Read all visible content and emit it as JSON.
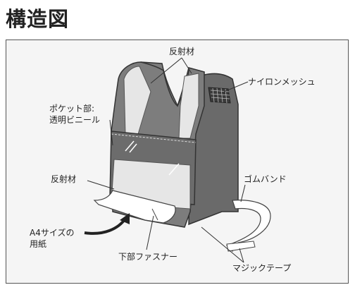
{
  "title": "構造図",
  "labels": {
    "reflective_top": "反射材",
    "nylon_mesh": "ナイロンメッシュ",
    "pocket_line1": "ポケット部:",
    "pocket_line2": "透明ビニール",
    "reflective_left": "反射材",
    "rubber_band": "ゴムバンド",
    "a4_line1": "A4サイズの",
    "a4_line2": "用紙",
    "lower_fastener": "下部ファスナー",
    "magic_tape": "マジックテープ"
  },
  "colors": {
    "vest_gray": "#7d7d7d",
    "vest_dark": "#5f5f5f",
    "reflective": "#e6e6e6",
    "paper": "#ffffff",
    "outline": "#333333",
    "frame_bg": "#f5f5f5"
  }
}
